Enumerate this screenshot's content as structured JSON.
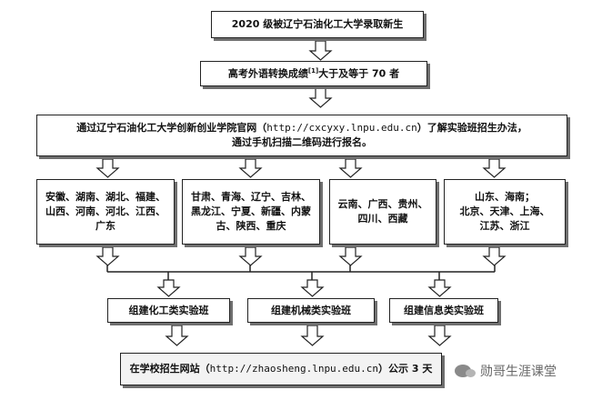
{
  "boxes": {
    "top": "2020 级被辽宁石油化工大学录取新生",
    "score_pre": "高考外语转换成绩",
    "score_sup": "[1]",
    "score_post": "大于及等于 70 者",
    "signup_line1_pre": "通过辽宁石油化工大学创新创业学院官网（",
    "signup_url": "http://cxcyxy.lnpu.edu.cn",
    "signup_line1_post": "）了解实验班招生办法，",
    "signup_line2": "通过手机扫描二维码进行报名。"
  },
  "regions": [
    {
      "lines": [
        "安徽、湖南、湖北、福建、",
        "山西、河南、河北、江西、",
        "广东"
      ]
    },
    {
      "lines": [
        "甘肃、青海、辽宁、吉林、",
        "黑龙江、宁夏、新疆、内蒙",
        "古、陕西、重庆"
      ]
    },
    {
      "lines": [
        "云南、广西、贵州、",
        "四川、西藏"
      ]
    },
    {
      "lines": [
        "山东、海南；",
        "北京、天津、上海、",
        "江苏、浙江"
      ]
    }
  ],
  "classes": [
    "组建化工类实验班",
    "组建机械类实验班",
    "组建信息类实验班"
  ],
  "publish": {
    "pre": "在学校招生网站（",
    "url": "http://zhaosheng.lnpu.edu.cn",
    "post": "）公示 3 天"
  },
  "watermark": "勋哥生涯课堂"
}
